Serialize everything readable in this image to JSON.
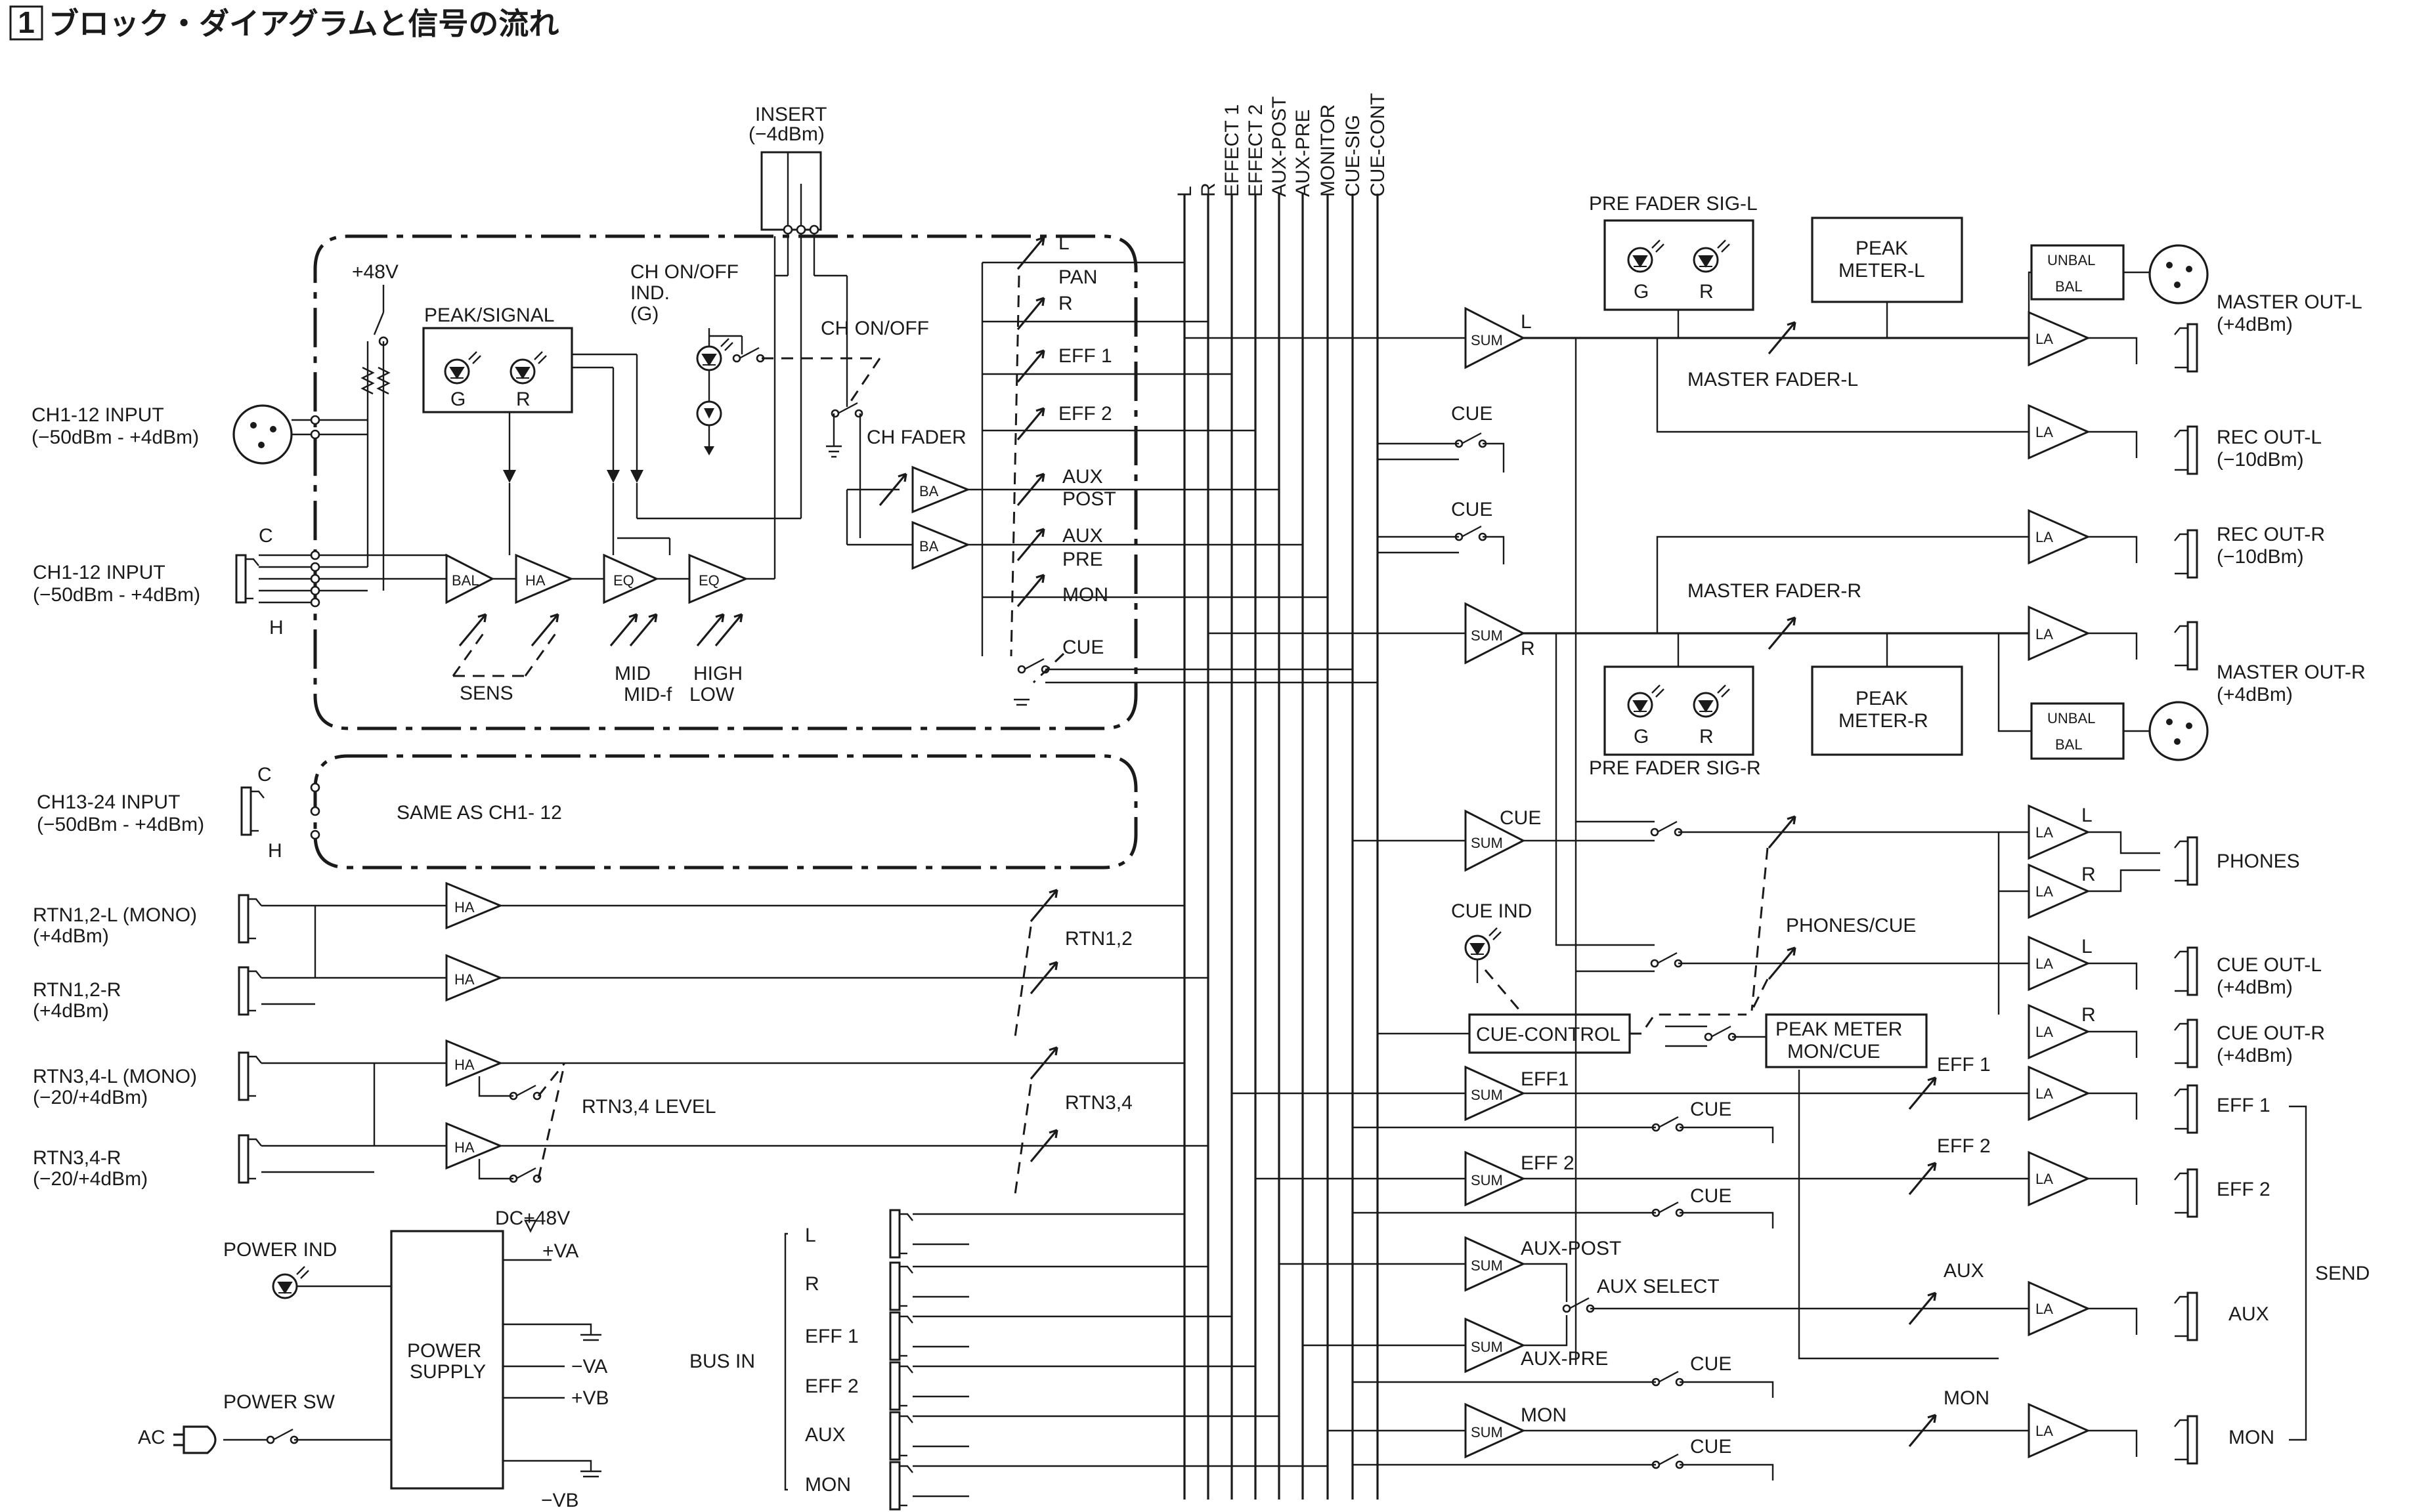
{
  "title_number": "1",
  "title": "ブロック・ダイアグラムと信号の流れ",
  "bus_labels": [
    "L",
    "R",
    "EFFECT 1",
    "EFFECT 2",
    "AUX-POST",
    "AUX-PRE",
    "MONITOR",
    "CUE-SIG",
    "CUE-CONT"
  ],
  "insert": {
    "label": "INSERT",
    "level": "(−4dBm)"
  },
  "phantom": "+48V",
  "peak_signal": {
    "label": "PEAK/SIGNAL",
    "g": "G",
    "r": "R"
  },
  "ch_onoff_ind": {
    "line1": "CH ON/OFF",
    "line2": "IND.",
    "line3": "(G)"
  },
  "ch_onoff": "CH ON/OFF",
  "ch_fader": "CH FADER",
  "inputs": {
    "ch1_xlr": {
      "name": "CH1-12 INPUT",
      "level": "(−50dBm - +4dBm)"
    },
    "ch1_jack": {
      "name": "CH1-12  INPUT",
      "level": "(−50dBm - +4dBm)",
      "c": "C",
      "h": "H"
    },
    "ch13": {
      "name": "CH13-24 INPUT",
      "level": "(−50dBm - +4dBm)",
      "c": "C",
      "h": "H",
      "same_as": "SAME AS   CH1- 12"
    }
  },
  "amps": {
    "bal": "BAL",
    "ha": "HA",
    "eq": "EQ",
    "ba": "BA",
    "sum": "SUM",
    "la": "LA"
  },
  "eq_labels": {
    "sens": "SENS",
    "mid": "MID",
    "mid_f": "MID-f",
    "high": "HIGH",
    "low": "LOW"
  },
  "sends": {
    "pan": "PAN",
    "l": "L",
    "r": "R",
    "eff1": "EFF 1",
    "eff2": "EFF 2",
    "aux": "AUX",
    "post": "POST",
    "pre": "PRE",
    "mon": "MON",
    "cue": "CUE"
  },
  "returns": [
    {
      "name": "RTN1,2-L (MONO)",
      "level": "(+4dBm)"
    },
    {
      "name": "RTN1,2-R",
      "level": "(+4dBm)"
    },
    {
      "name": "RTN3,4-L (MONO)",
      "level": "(−20/+4dBm)"
    },
    {
      "name": "RTN3,4-R",
      "level": "(−20/+4dBm)"
    }
  ],
  "rtn12": "RTN1,2",
  "rtn34": "RTN3,4",
  "rtn34_level": "RTN3,4 LEVEL",
  "power": {
    "ind": "POWER IND",
    "sw": "POWER SW",
    "ac": "AC",
    "supply1": "POWER",
    "supply2": "SUPPLY",
    "dc48": "DC+48V",
    "va_p": "+VA",
    "va_n": "−VA",
    "vb_p": "+VB",
    "vb_n": "−VB"
  },
  "bus_in": {
    "label": "BUS IN",
    "items": [
      "L",
      "R",
      "EFF 1",
      "EFF 2",
      "AUX",
      "MON"
    ]
  },
  "master": {
    "pre_fader_l": "PRE FADER SIG-L",
    "pre_fader_r": "PRE FADER SIG-R",
    "peak_l1": "PEAK",
    "peak_l2": "METER-L",
    "peak_r1": "PEAK",
    "peak_r2": "METER-R",
    "fader_l": "MASTER FADER-L",
    "fader_r": "MASTER FADER-R",
    "unbal": "UNBAL",
    "bal": "BAL",
    "l": "L",
    "r": "R",
    "g": "G"
  },
  "outputs": {
    "master_l": {
      "name": "MASTER OUT-L",
      "level": "(+4dBm)"
    },
    "rec_l": {
      "name": "REC OUT-L",
      "level": "(−10dBm)"
    },
    "rec_r": {
      "name": "REC OUT-R",
      "level": "(−10dBm)"
    },
    "master_r": {
      "name": "MASTER OUT-R",
      "level": "(+4dBm)"
    },
    "phones": "PHONES",
    "cue_l": {
      "name": "CUE OUT-L",
      "level": "(+4dBm)"
    },
    "cue_r": {
      "name": "CUE OUT-R",
      "level": "(+4dBm)"
    },
    "eff1": "EFF 1",
    "eff2": "EFF 2",
    "aux": "AUX",
    "mon": "MON",
    "send": "SEND"
  },
  "cue_section": {
    "cue": "CUE",
    "cue_ind": "CUE IND",
    "phones_cue": "PHONES/CUE",
    "cue_control": "CUE-CONTROL",
    "peak_meter1": "PEAK METER",
    "peak_meter2": "MON/CUE",
    "eff1": "EFF1",
    "eff2": "EFF 2",
    "eff1b": "EFF 1",
    "eff2b": "EFF 2",
    "aux_post": "AUX-POST",
    "aux_select": "AUX SELECT",
    "aux_pre": "AUX-PRE",
    "mon": "MON",
    "aux": "AUX"
  }
}
